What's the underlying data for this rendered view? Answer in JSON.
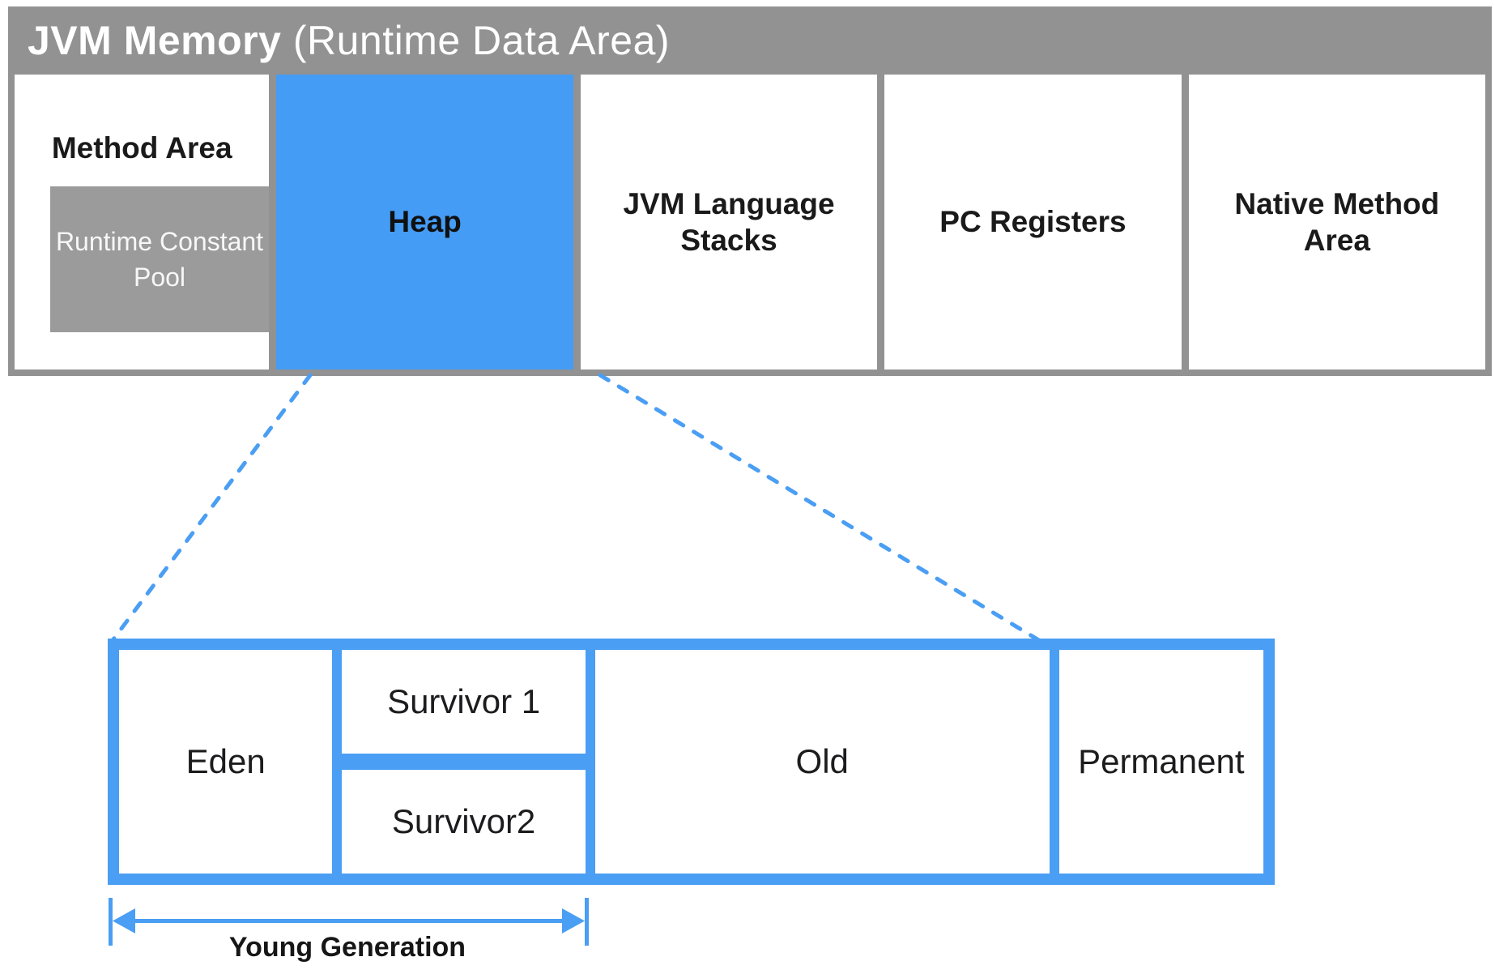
{
  "colors": {
    "accent_blue": "#4a9ef3",
    "heap_blue": "#459cf4",
    "frame_gray": "#929292",
    "pool_gray": "#9b9b9b"
  },
  "jvm_block": {
    "title_bold": "JVM Memory",
    "title_rest": " (Runtime Data Area)",
    "method_area": {
      "label": "Method Area",
      "runtime_constant_pool": "Runtime Constant Pool"
    },
    "heap": {
      "label": "Heap"
    },
    "boxes": [
      {
        "label": "JVM Language Stacks"
      },
      {
        "label": "PC Registers"
      },
      {
        "label": "Native Method Area"
      }
    ]
  },
  "heap_detail": {
    "eden": "Eden",
    "survivor1": "Survivor 1",
    "survivor2": "Survivor2",
    "old": "Old",
    "permanent": "Permanent"
  },
  "young_generation": {
    "label": "Young Generation"
  }
}
